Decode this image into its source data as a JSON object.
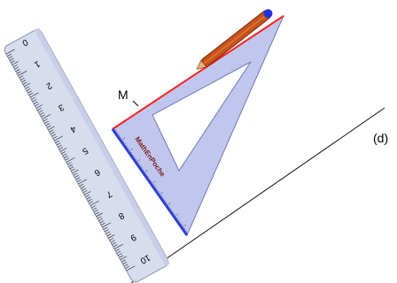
{
  "labels": {
    "point": "M",
    "line": "(d)"
  },
  "ruler": {
    "numbers": [
      "0",
      "1",
      "2",
      "3",
      "4",
      "5",
      "6",
      "7",
      "8",
      "9",
      "10"
    ]
  },
  "square": {
    "brand": "MathEnPoche"
  },
  "colors": {
    "ruler_fill": "#d7dcee",
    "ruler_stroke": "#8d92ac",
    "square_fill": "#b9c0ea",
    "square_stroke": "#6f78b4",
    "square_edge_blue": "#2a3bd8",
    "square_edge_red": "#ff2020",
    "brand": "#7a1b1b",
    "pencil_body": "#c7521b",
    "pencil_tip": "#2233dd",
    "line": "#111111"
  },
  "icons": {
    "tool_1": "ruler-icon",
    "tool_2": "set-square-icon",
    "tool_3": "pencil-icon"
  }
}
